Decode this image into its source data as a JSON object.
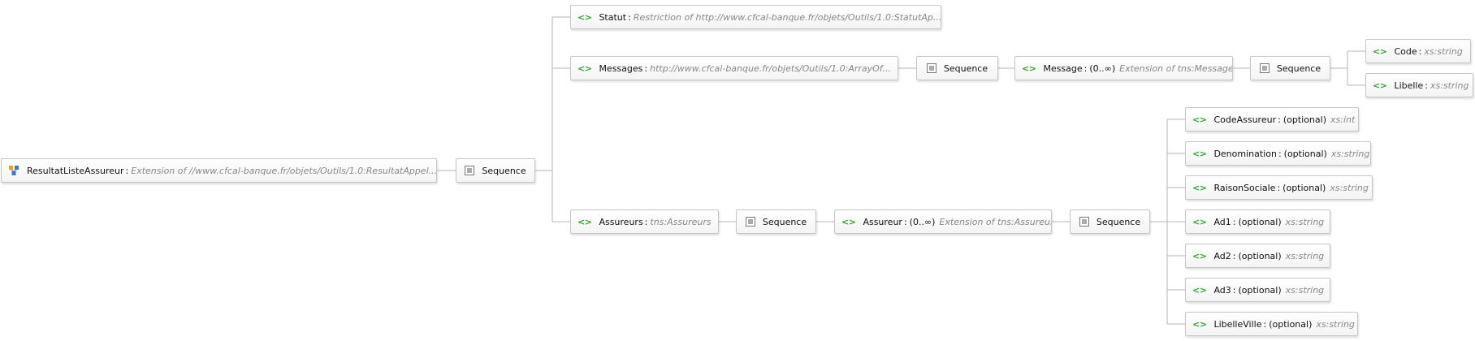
{
  "root": {
    "name": "ResultatListeAssureur",
    "type": "Extension of  //www.cfcal-banque.fr/objets/Outils/1.0:ResultatAppel..."
  },
  "sequence_label": "Sequence",
  "elements": {
    "statut": {
      "name": "Statut",
      "type": "Restriction of http://www.cfcal-banque.fr/objets/Outils/1.0:StatutAp..."
    },
    "messages": {
      "name": "Messages",
      "type": "http://www.cfcal-banque.fr/objets/Outils/1.0:ArrayOf..."
    },
    "message": {
      "name": "Message",
      "occurrence": "(0..∞)",
      "type": "Extension of tns:Message"
    },
    "code": {
      "name": "Code",
      "type": "xs:string"
    },
    "libelle": {
      "name": "Libelle",
      "type": "xs:string"
    },
    "assureurs": {
      "name": "Assureurs",
      "type": "tns:Assureurs"
    },
    "assureur": {
      "name": "Assureur",
      "occurrence": "(0..∞)",
      "type": "Extension of tns:Assureur"
    },
    "code_assureur": {
      "name": "CodeAssureur",
      "occurrence": "(optional)",
      "type": "xs:int"
    },
    "denomination": {
      "name": "Denomination",
      "occurrence": "(optional)",
      "type": "xs:string"
    },
    "raison_sociale": {
      "name": "RaisonSociale",
      "occurrence": "(optional)",
      "type": "xs:string"
    },
    "ad1": {
      "name": "Ad1",
      "occurrence": "(optional)",
      "type": "xs:string"
    },
    "ad2": {
      "name": "Ad2",
      "occurrence": "(optional)",
      "type": "xs:string"
    },
    "ad3": {
      "name": "Ad3",
      "occurrence": "(optional)",
      "type": "xs:string"
    },
    "libelle_ville": {
      "name": "LibelleVille",
      "occurrence": "(optional)",
      "type": "xs:string"
    }
  },
  "icons": {
    "root": "complex-type-icon",
    "element": "element-icon",
    "sequence": "sequence-icon"
  },
  "colors": {
    "element_icon": "#2ea62e",
    "type_text": "#888888",
    "node_border": "#c6c6c6",
    "connector": "#b4b4b4"
  }
}
